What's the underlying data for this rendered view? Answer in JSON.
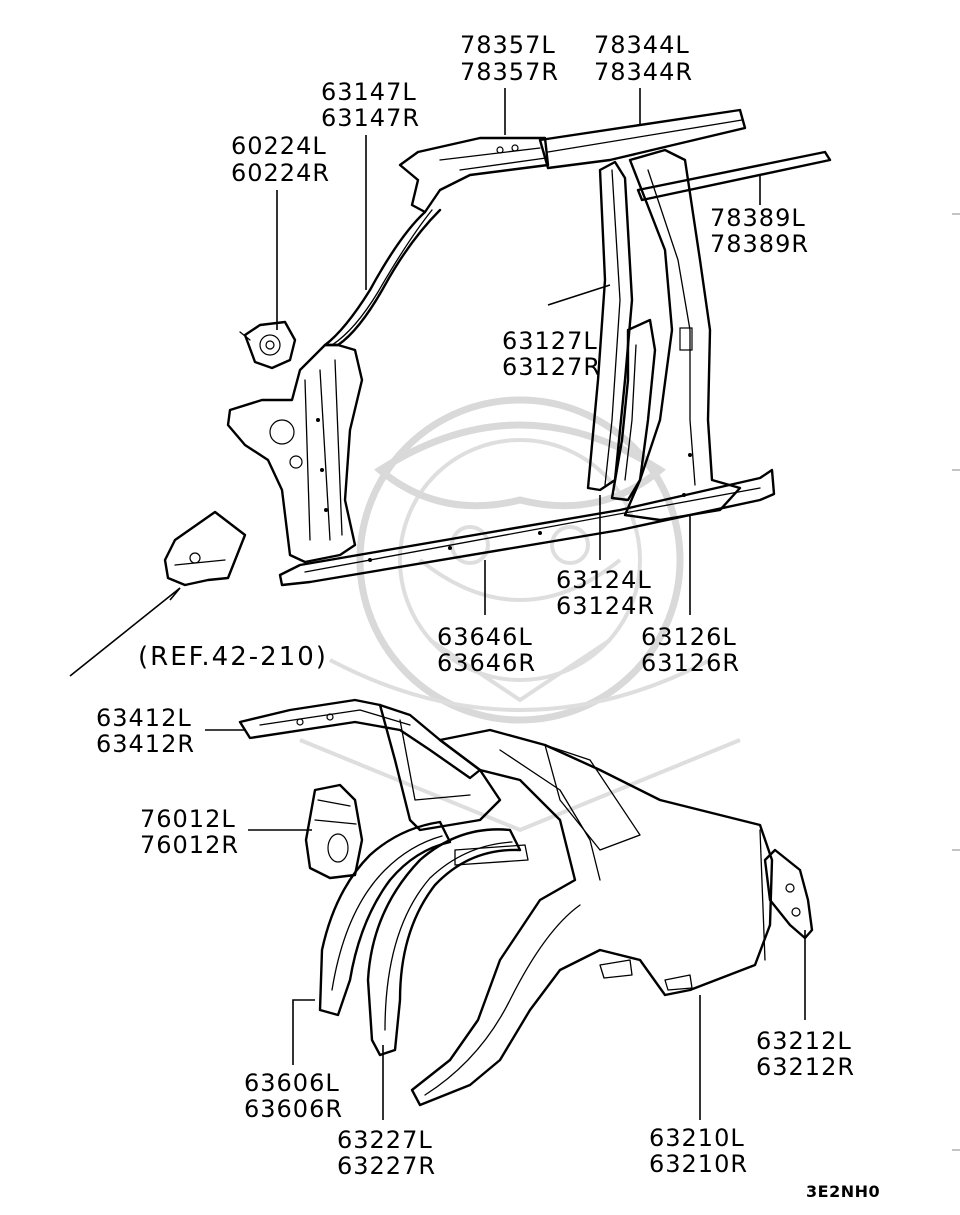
{
  "diagram": {
    "reference_label": "(REF.42-210)",
    "diagram_code": "3E2NH0",
    "callouts": {
      "roof_rail_outer": {
        "left": "78357L",
        "right": "78357R"
      },
      "roof_rail_inner": {
        "left": "78344L",
        "right": "78344R"
      },
      "front_pillar": {
        "left": "63147L",
        "right": "63147R"
      },
      "pillar_bracket": {
        "left": "60224L",
        "right": "60224R"
      },
      "drip_molding": {
        "left": "78389L",
        "right": "78389R"
      },
      "center_pillar_inner": {
        "left": "63127L",
        "right": "63127R"
      },
      "center_pillar_reinf": {
        "left": "63124L",
        "right": "63124R"
      },
      "center_pillar_outer": {
        "left": "63126L",
        "right": "63126R"
      },
      "side_sill": {
        "left": "63646L",
        "right": "63646R"
      },
      "rear_roof_rail": {
        "left": "63412L",
        "right": "63412R"
      },
      "quarter_bracket": {
        "left": "76012L",
        "right": "76012R"
      },
      "wheelhouse_inner": {
        "left": "63606L",
        "right": "63606R"
      },
      "wheelhouse_outer": {
        "left": "63227L",
        "right": "63227R"
      },
      "tail_end_panel": {
        "left": "63212L",
        "right": "63212R"
      },
      "quarter_panel": {
        "left": "63210L",
        "right": "63210R"
      }
    }
  }
}
